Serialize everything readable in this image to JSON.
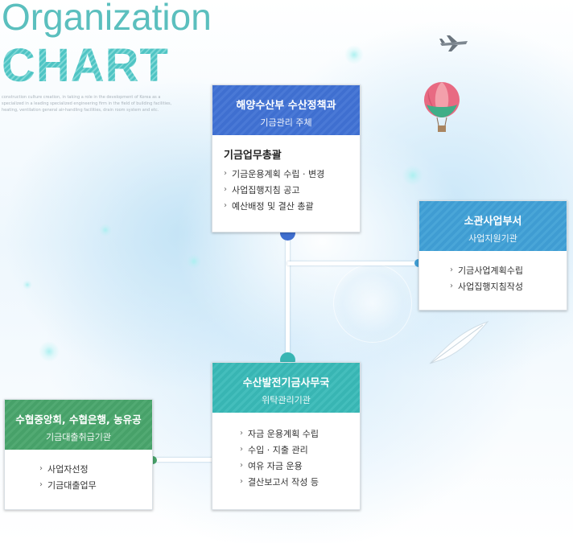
{
  "header": {
    "title_small": "Organization",
    "title_big": "CHART",
    "blurb": "construction culture creation, in taking a role in the development of Korea as a specialized in a leading specialized engineering firm in the field of building facilities, heating, ventilation general air-handling facilities, drain room system and etc."
  },
  "boxes": {
    "ministry": {
      "title": "해양수산부 수산정책과",
      "subtitle": "기금관리 주체",
      "section_title": "기금업무총괄",
      "items": [
        "기금운용계획 수립 · 변경",
        "사업집행지침 공고",
        "예산배정 및 결산 총괄"
      ]
    },
    "department": {
      "title": "소관사업부서",
      "subtitle": "사업지원기관",
      "items": [
        "기금사업계획수립",
        "사업집행지침작성"
      ]
    },
    "office": {
      "title": "수산발전기금사무국",
      "subtitle": "위탁관리기관",
      "items": [
        "자금 운용계획 수립",
        "수입 · 지출 관리",
        "여유 자금 운용",
        "결산보고서 작성 등"
      ]
    },
    "banks": {
      "title": "수협중앙회, 수협은행, 농유공",
      "subtitle": "기금대출취급기관",
      "items": [
        "사업자선정",
        "기금대출업무"
      ]
    }
  },
  "colors": {
    "ministry": "#3f6fd0",
    "department": "#3f9cd2",
    "office": "#38b5b3",
    "banks": "#47a169"
  }
}
